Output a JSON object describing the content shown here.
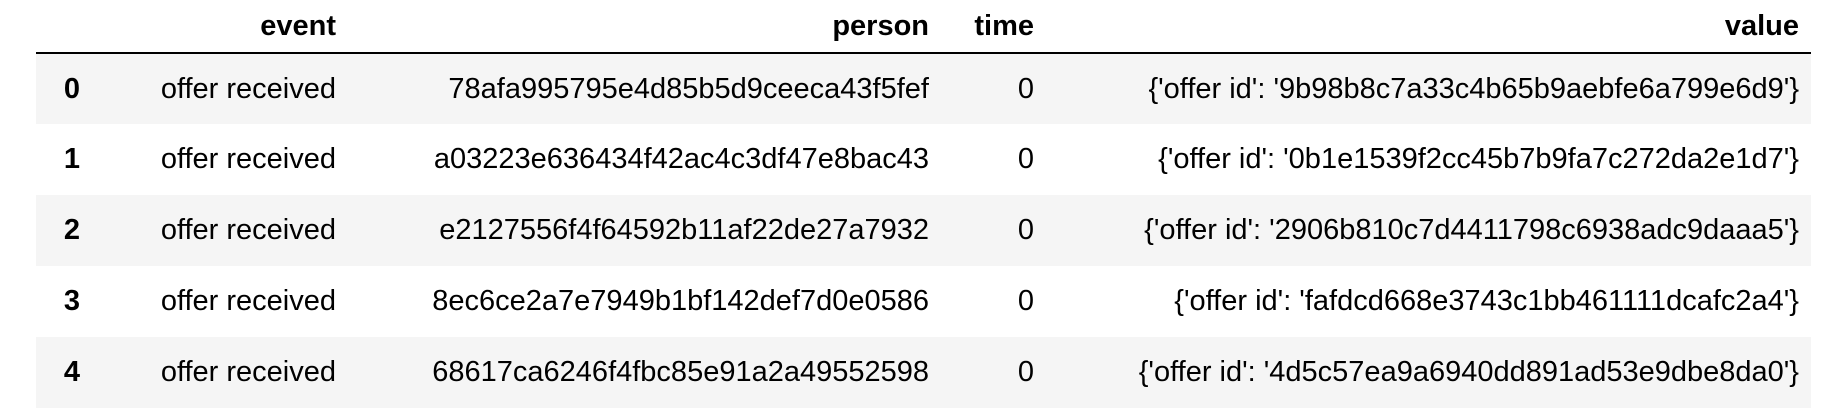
{
  "table": {
    "columns": [
      "",
      "event",
      "person",
      "time",
      "value"
    ],
    "rows": [
      {
        "index": "0",
        "event": "offer received",
        "person": "78afa995795e4d85b5d9ceeca43f5fef",
        "time": "0",
        "value": "{'offer id': '9b98b8c7a33c4b65b9aebfe6a799e6d9'}"
      },
      {
        "index": "1",
        "event": "offer received",
        "person": "a03223e636434f42ac4c3df47e8bac43",
        "time": "0",
        "value": "{'offer id': '0b1e1539f2cc45b7b9fa7c272da2e1d7'}"
      },
      {
        "index": "2",
        "event": "offer received",
        "person": "e2127556f4f64592b11af22de27a7932",
        "time": "0",
        "value": "{'offer id': '2906b810c7d4411798c6938adc9daaa5'}"
      },
      {
        "index": "3",
        "event": "offer received",
        "person": "8ec6ce2a7e7949b1bf142def7d0e0586",
        "time": "0",
        "value": "{'offer id': 'fafdcd668e3743c1bb461111dcafc2a4'}"
      },
      {
        "index": "4",
        "event": "offer received",
        "person": "68617ca6246f4fbc85e91a2a49552598",
        "time": "0",
        "value": "{'offer id': '4d5c57ea9a6940dd891ad53e9dbe8da0'}"
      }
    ]
  }
}
